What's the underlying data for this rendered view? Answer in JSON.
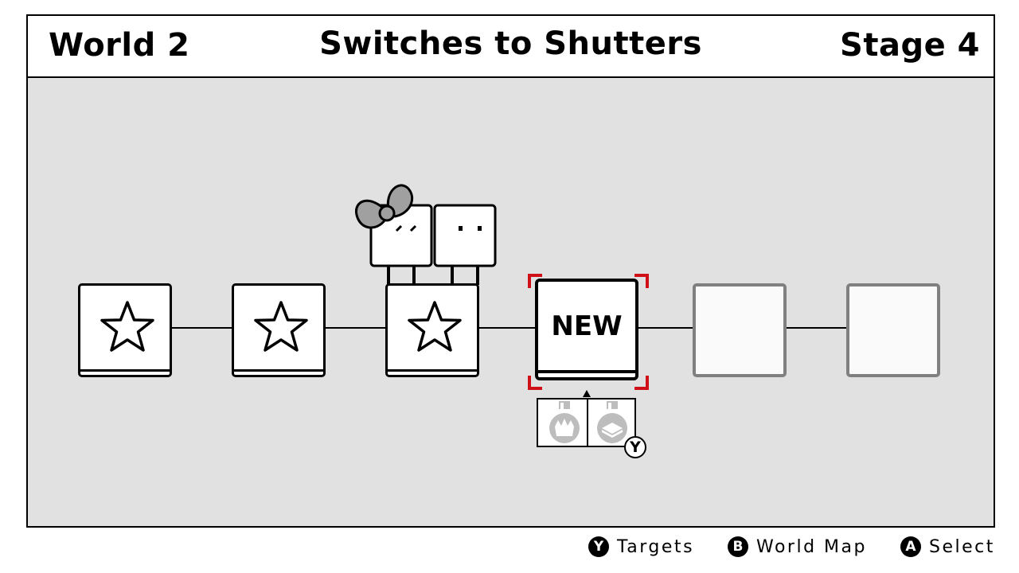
{
  "header": {
    "world": "World 2",
    "title": "Switches to Shutters",
    "stage": "Stage 4"
  },
  "stages": [
    {
      "index": 1,
      "state": "cleared",
      "icon": "star-icon"
    },
    {
      "index": 2,
      "state": "cleared",
      "icon": "star-icon"
    },
    {
      "index": 3,
      "state": "cleared",
      "icon": "star-icon"
    },
    {
      "index": 4,
      "state": "selected",
      "label": "NEW"
    },
    {
      "index": 5,
      "state": "locked"
    },
    {
      "index": 6,
      "state": "locked"
    }
  ],
  "targets_panel": {
    "icons": [
      "crown-medal-icon",
      "box-medal-icon"
    ],
    "button": "Y"
  },
  "footer": {
    "hints": [
      {
        "button": "Y",
        "label": "Targets"
      },
      {
        "button": "B",
        "label": "World Map"
      },
      {
        "button": "A",
        "label": "Select"
      }
    ]
  },
  "colors": {
    "background": "#e1e1e1",
    "selection": "#d01018",
    "locked": "#808080"
  }
}
